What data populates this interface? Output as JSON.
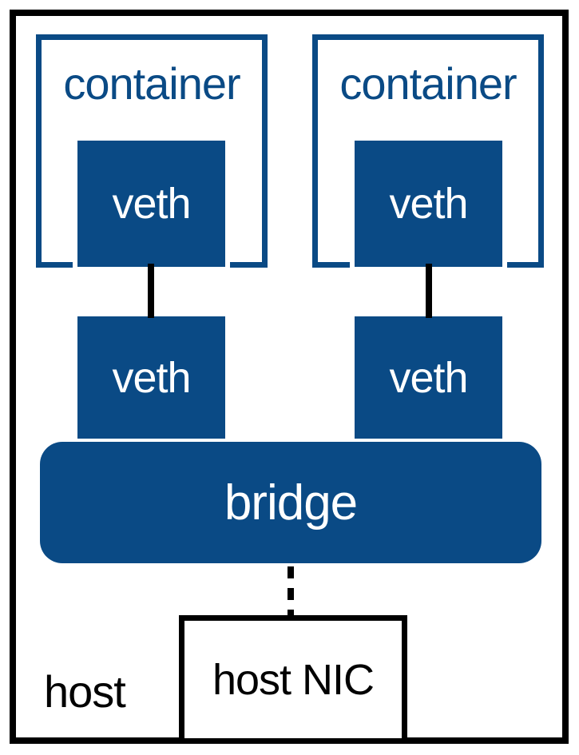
{
  "colors": {
    "blue": "#0a4a85",
    "black": "#000000",
    "white": "#ffffff"
  },
  "host": {
    "label": "host"
  },
  "containers": [
    {
      "label": "container",
      "veth_label": "veth"
    },
    {
      "label": "container",
      "veth_label": "veth"
    }
  ],
  "host_veths": [
    {
      "label": "veth"
    },
    {
      "label": "veth"
    }
  ],
  "bridge": {
    "label": "bridge"
  },
  "host_nic": {
    "label": "host NIC"
  }
}
